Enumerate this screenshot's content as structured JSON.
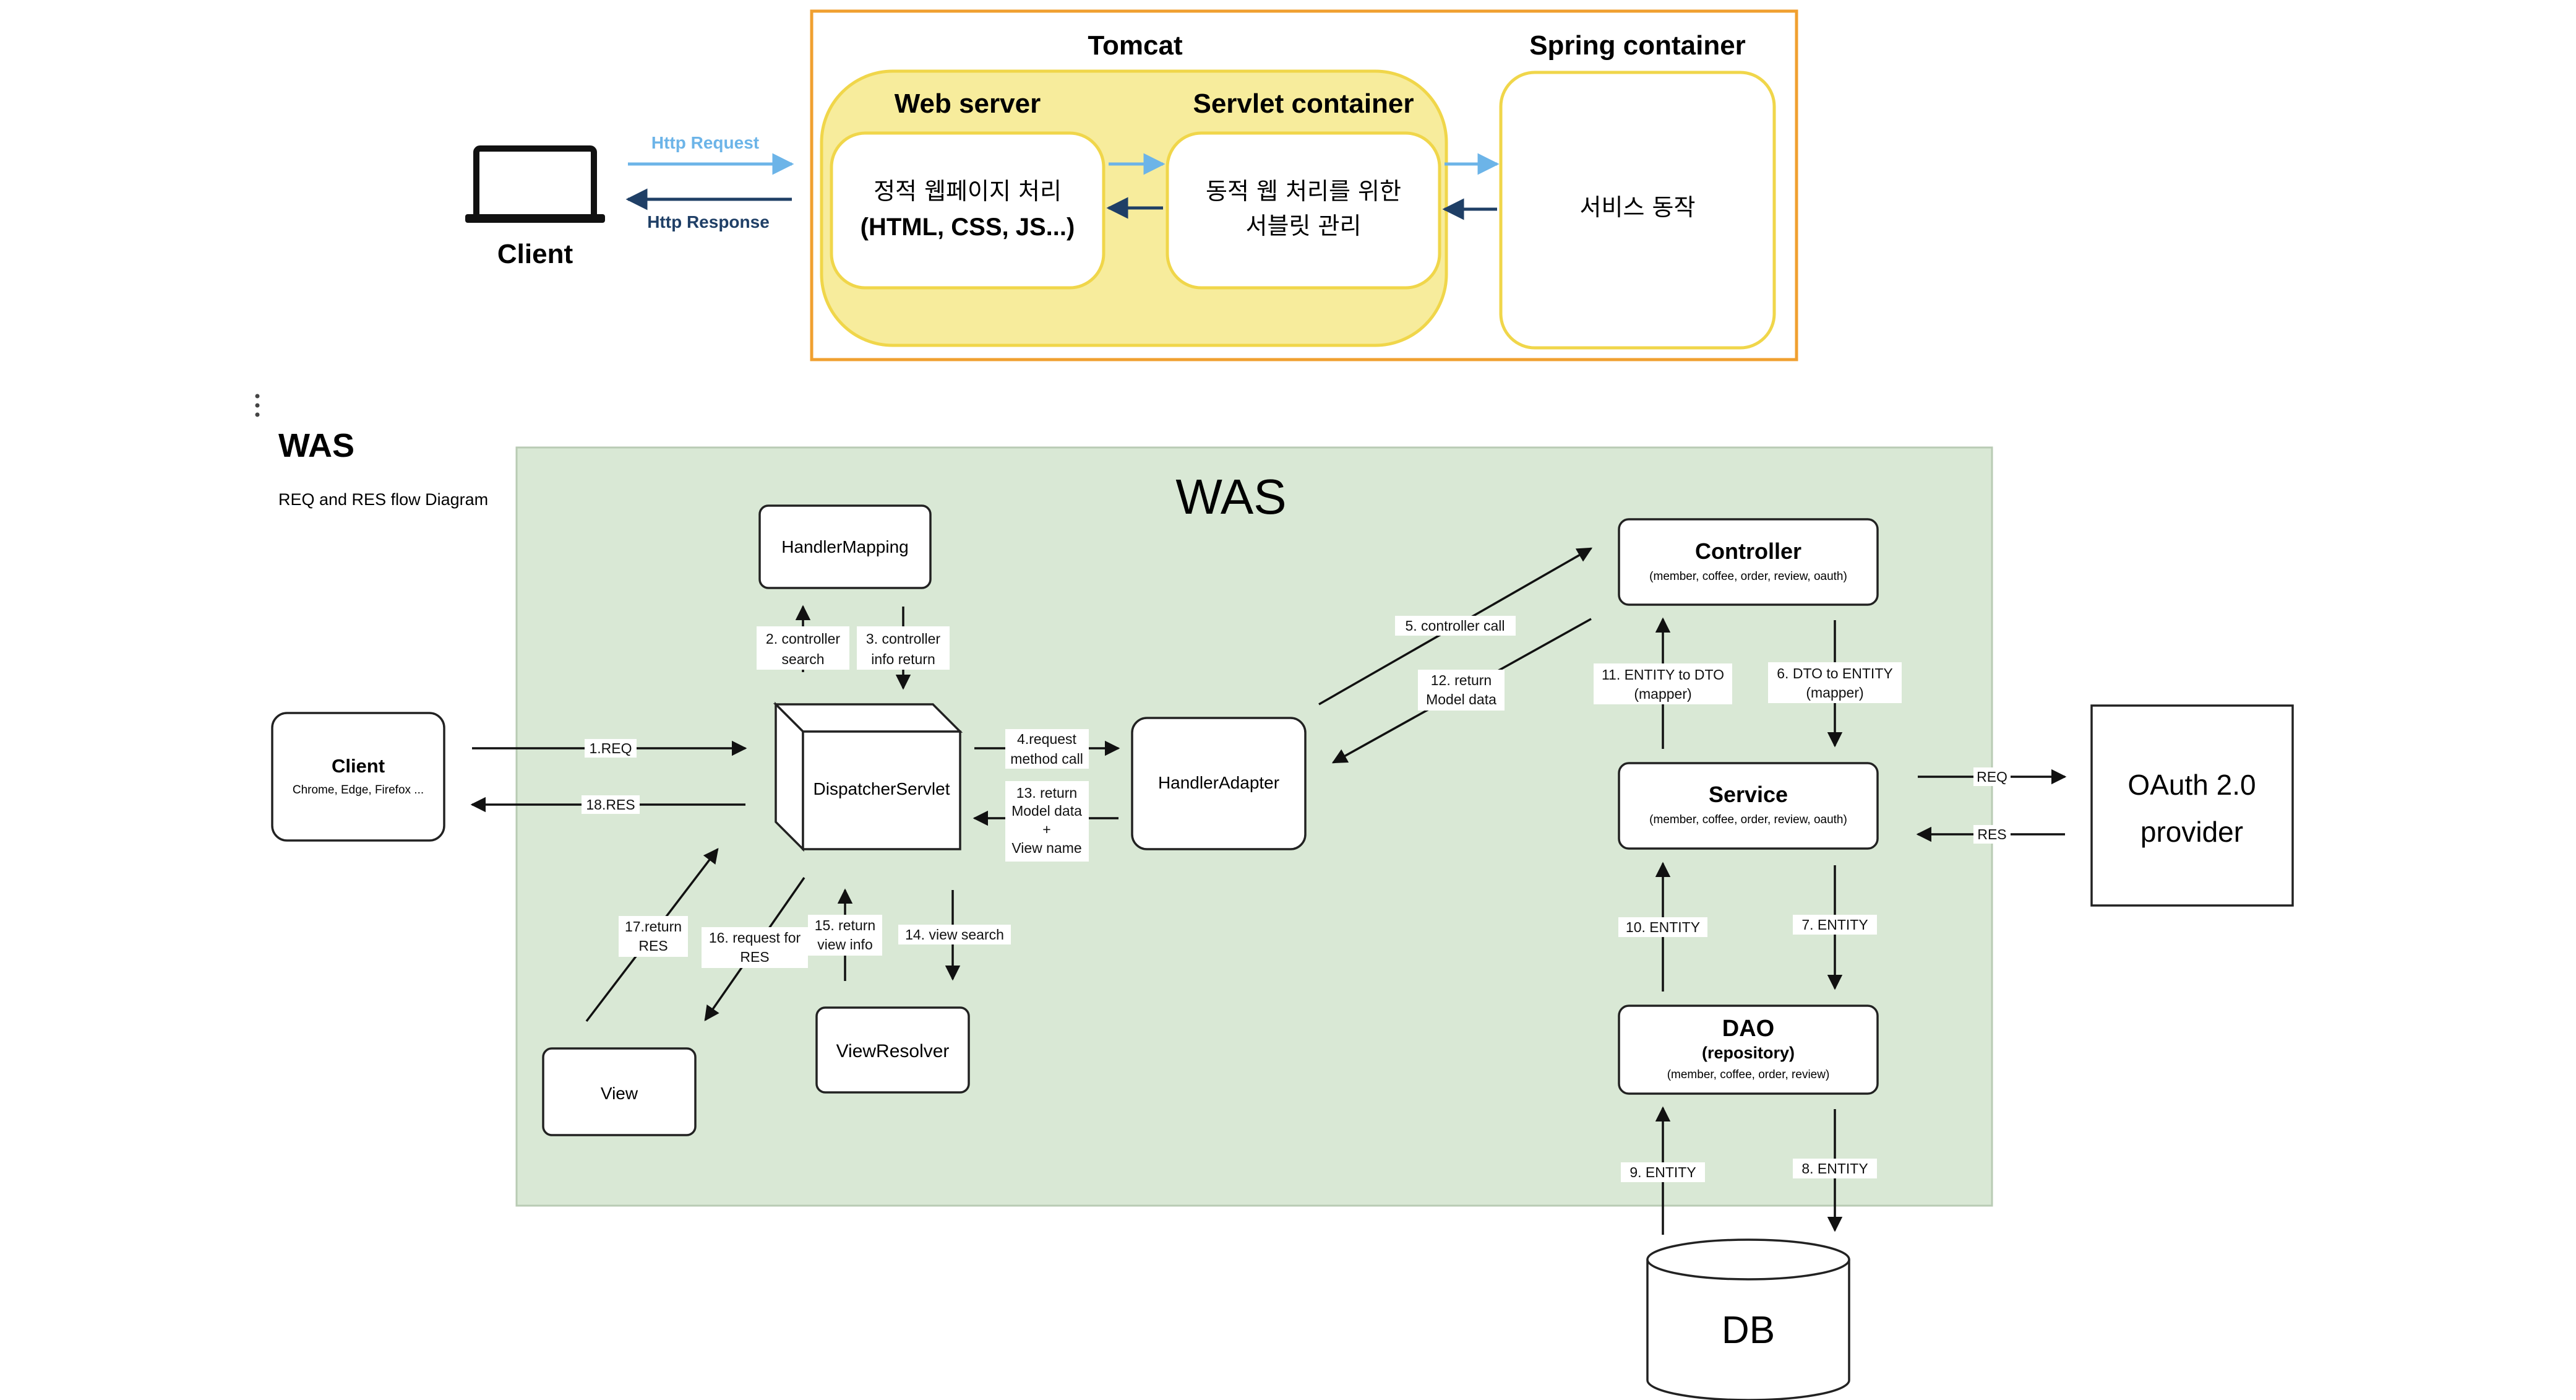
{
  "top_diagram": {
    "client_label": "Client",
    "http_request": "Http Request",
    "http_response": "Http Response",
    "tomcat_label": "Tomcat",
    "spring_container_label": "Spring container",
    "web_server_label": "Web server",
    "servlet_container_label": "Servlet container",
    "web_server_box": [
      "정적 웹페이지 처리",
      "(HTML, CSS, JS...)"
    ],
    "servlet_box": [
      "동적 웹 처리를 위한",
      "서블릿 관리"
    ],
    "spring_box": "서비스 동작"
  },
  "was_section": {
    "title": "WAS",
    "subtitle": "REQ and RES flow Diagram",
    "panel_title": "WAS",
    "panel_color": "#d9e8d5",
    "client": {
      "title": "Client",
      "subtitle": "Chrome, Edge, Firefox ..."
    },
    "handler_mapping": "HandlerMapping",
    "dispatcher_servlet": "DispatcherServlet",
    "handler_adapter": "HandlerAdapter",
    "view_resolver": "ViewResolver",
    "view": "View",
    "controller": {
      "title": "Controller",
      "subtitle": "(member, coffee, order, review, oauth)"
    },
    "service": {
      "title": "Service",
      "subtitle": "(member, coffee, order, review, oauth)"
    },
    "dao": {
      "title": "DAO",
      "line2": "(repository)",
      "subtitle": "(member, coffee, order, review)"
    },
    "db": "DB",
    "oauth": [
      "OAuth 2.0",
      "provider"
    ],
    "flows": {
      "req1": "1.REQ",
      "res18": "18.RES",
      "s2": [
        "2. controller",
        "search"
      ],
      "s3": [
        "3. controller",
        "info return"
      ],
      "s4": [
        "4.request",
        "method call"
      ],
      "s5": "5. controller call",
      "s6": [
        "6. DTO to ENTITY",
        "(mapper)"
      ],
      "s7": "7. ENTITY",
      "s8": "8. ENTITY",
      "s9": "9. ENTITY",
      "s10": "10. ENTITY",
      "s11": [
        "11. ENTITY to DTO",
        "(mapper)"
      ],
      "s12": [
        "12. return",
        "Model data"
      ],
      "s13": [
        "13. return",
        "Model data",
        "+",
        "View name"
      ],
      "s14": "14. view search",
      "s15": [
        "15. return",
        "view info"
      ],
      "s16": [
        "16. request for",
        "RES"
      ],
      "s17": [
        "17.return",
        "RES"
      ],
      "oauth_req": "REQ",
      "oauth_res": "RES"
    }
  },
  "colors": {
    "orange_border": "#f0a030",
    "yellow_fill": "#f7ec9c",
    "yellow_border": "#f0d64a",
    "light_blue_arrow": "#6cb4e8",
    "dark_blue_arrow": "#1f3f66"
  }
}
